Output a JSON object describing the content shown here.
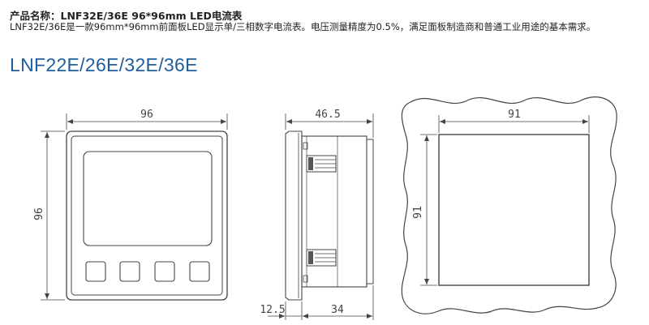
{
  "product": {
    "title": "产品名称：LNF32E/36E 96*96mm LED电流表",
    "description": "LNF32E/36E是一款96mm*96mm前面板LED显示单/三相数字电流表。电压测量精度为0.5%，满足面板制造商和普通工业用途的基本需求。",
    "model_series": "LNF22E/26E/32E/36E"
  },
  "dimensions": {
    "front_width": "96",
    "front_height": "96",
    "side_depth": "46.5",
    "side_front": "12.5",
    "side_rear": "34",
    "cutout_width": "91",
    "cutout_height": "91"
  },
  "colors": {
    "model_text": "#1f5d9c",
    "line": "#444444"
  }
}
